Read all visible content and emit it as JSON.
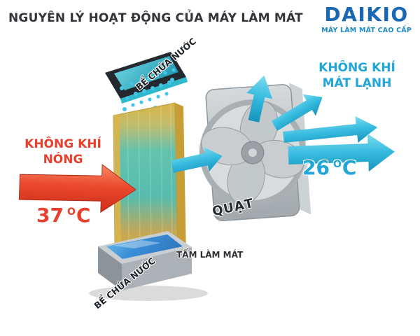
{
  "title": "NGUYÊN LÝ HOẠT ĐỘNG CỦA MÁY LÀM MÁT",
  "brand": {
    "name": "DAIKIO",
    "tagline": "MÁY LÀM MÁT CAO CẤP"
  },
  "hot_air": {
    "line1": "KHÔNG KHÍ",
    "line2": "NÓNG",
    "temp_value": "37",
    "temp_degree": "O",
    "temp_unit": "C"
  },
  "cool_air": {
    "line1": "KHÔNG KHÍ",
    "line2": "MÁT LẠNH",
    "temp_value": "26",
    "temp_degree": "O",
    "temp_unit": "C"
  },
  "components": {
    "top_tank": "BỂ CHỨA NƯỚC",
    "bottom_tank": "BỂ CHỨA NƯỚC",
    "fan": "QUẠT",
    "cooling_pad": "TẤM LÀM MÁT"
  },
  "colors": {
    "hot_red": "#e8402c",
    "cool_cyan": "#35bade",
    "cool_text": "#21a6d8",
    "brand_blue": "#1a67b4",
    "title_dark": "#33343c",
    "pad_teal": "#56bcae",
    "pad_gold": "#d2a83e",
    "water_blue": "#3a8ed6"
  }
}
